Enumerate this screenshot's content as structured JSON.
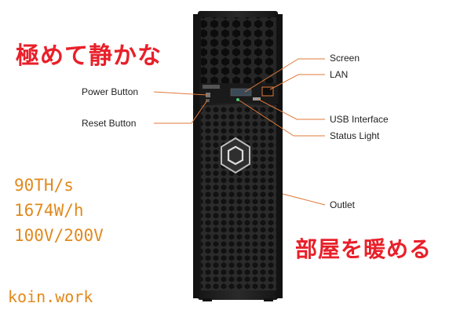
{
  "headline_top": "極めて静かな",
  "headline_bottom": "部屋を暖める",
  "specs": [
    "90TH/s",
    "1674W/h",
    "100V/200V"
  ],
  "watermark": "koin.work",
  "callouts": {
    "power": "Power Button",
    "reset": "Reset Button",
    "screen": "Screen",
    "lan": "LAN",
    "usb": "USB Interface",
    "status": "Status Light",
    "outlet": "Outlet"
  },
  "colors": {
    "headline": "#e8202a",
    "spec": "#e08a1e",
    "leader_line": "#e07a3a",
    "case": "#1d1d1d"
  }
}
